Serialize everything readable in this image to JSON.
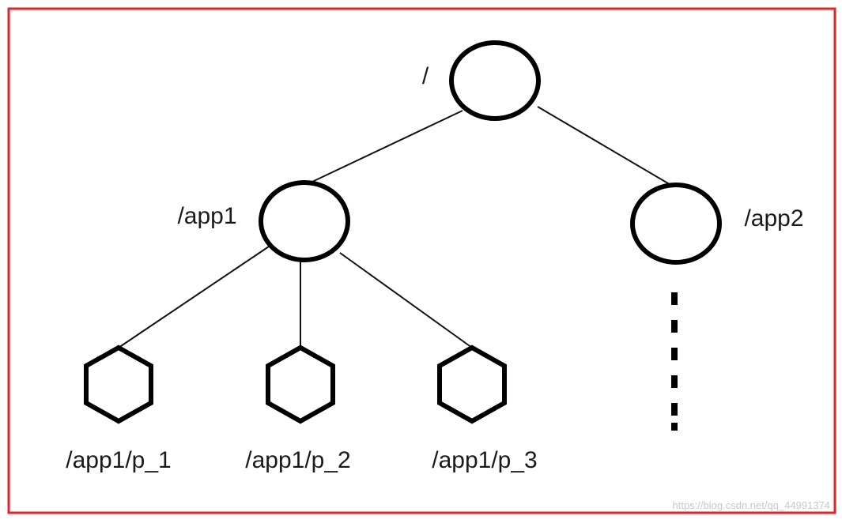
{
  "diagram": {
    "frame_color": "#e0262b",
    "stroke_color": "#000000",
    "nodes": {
      "root": {
        "label": "/",
        "shape": "circle"
      },
      "app1": {
        "label": "/app1",
        "shape": "circle"
      },
      "app2": {
        "label": "/app2",
        "shape": "circle"
      },
      "p1": {
        "label": "/app1/p_1",
        "shape": "hexagon"
      },
      "p2": {
        "label": "/app1/p_2",
        "shape": "hexagon"
      },
      "p3": {
        "label": "/app1/p_3",
        "shape": "hexagon"
      }
    },
    "edges": [
      [
        "root",
        "app1"
      ],
      [
        "root",
        "app2"
      ],
      [
        "app1",
        "p1"
      ],
      [
        "app1",
        "p2"
      ],
      [
        "app1",
        "p3"
      ]
    ],
    "continuation": "dotted-line-below-app2"
  },
  "watermark": "https://blog.csdn.net/qq_44991374"
}
